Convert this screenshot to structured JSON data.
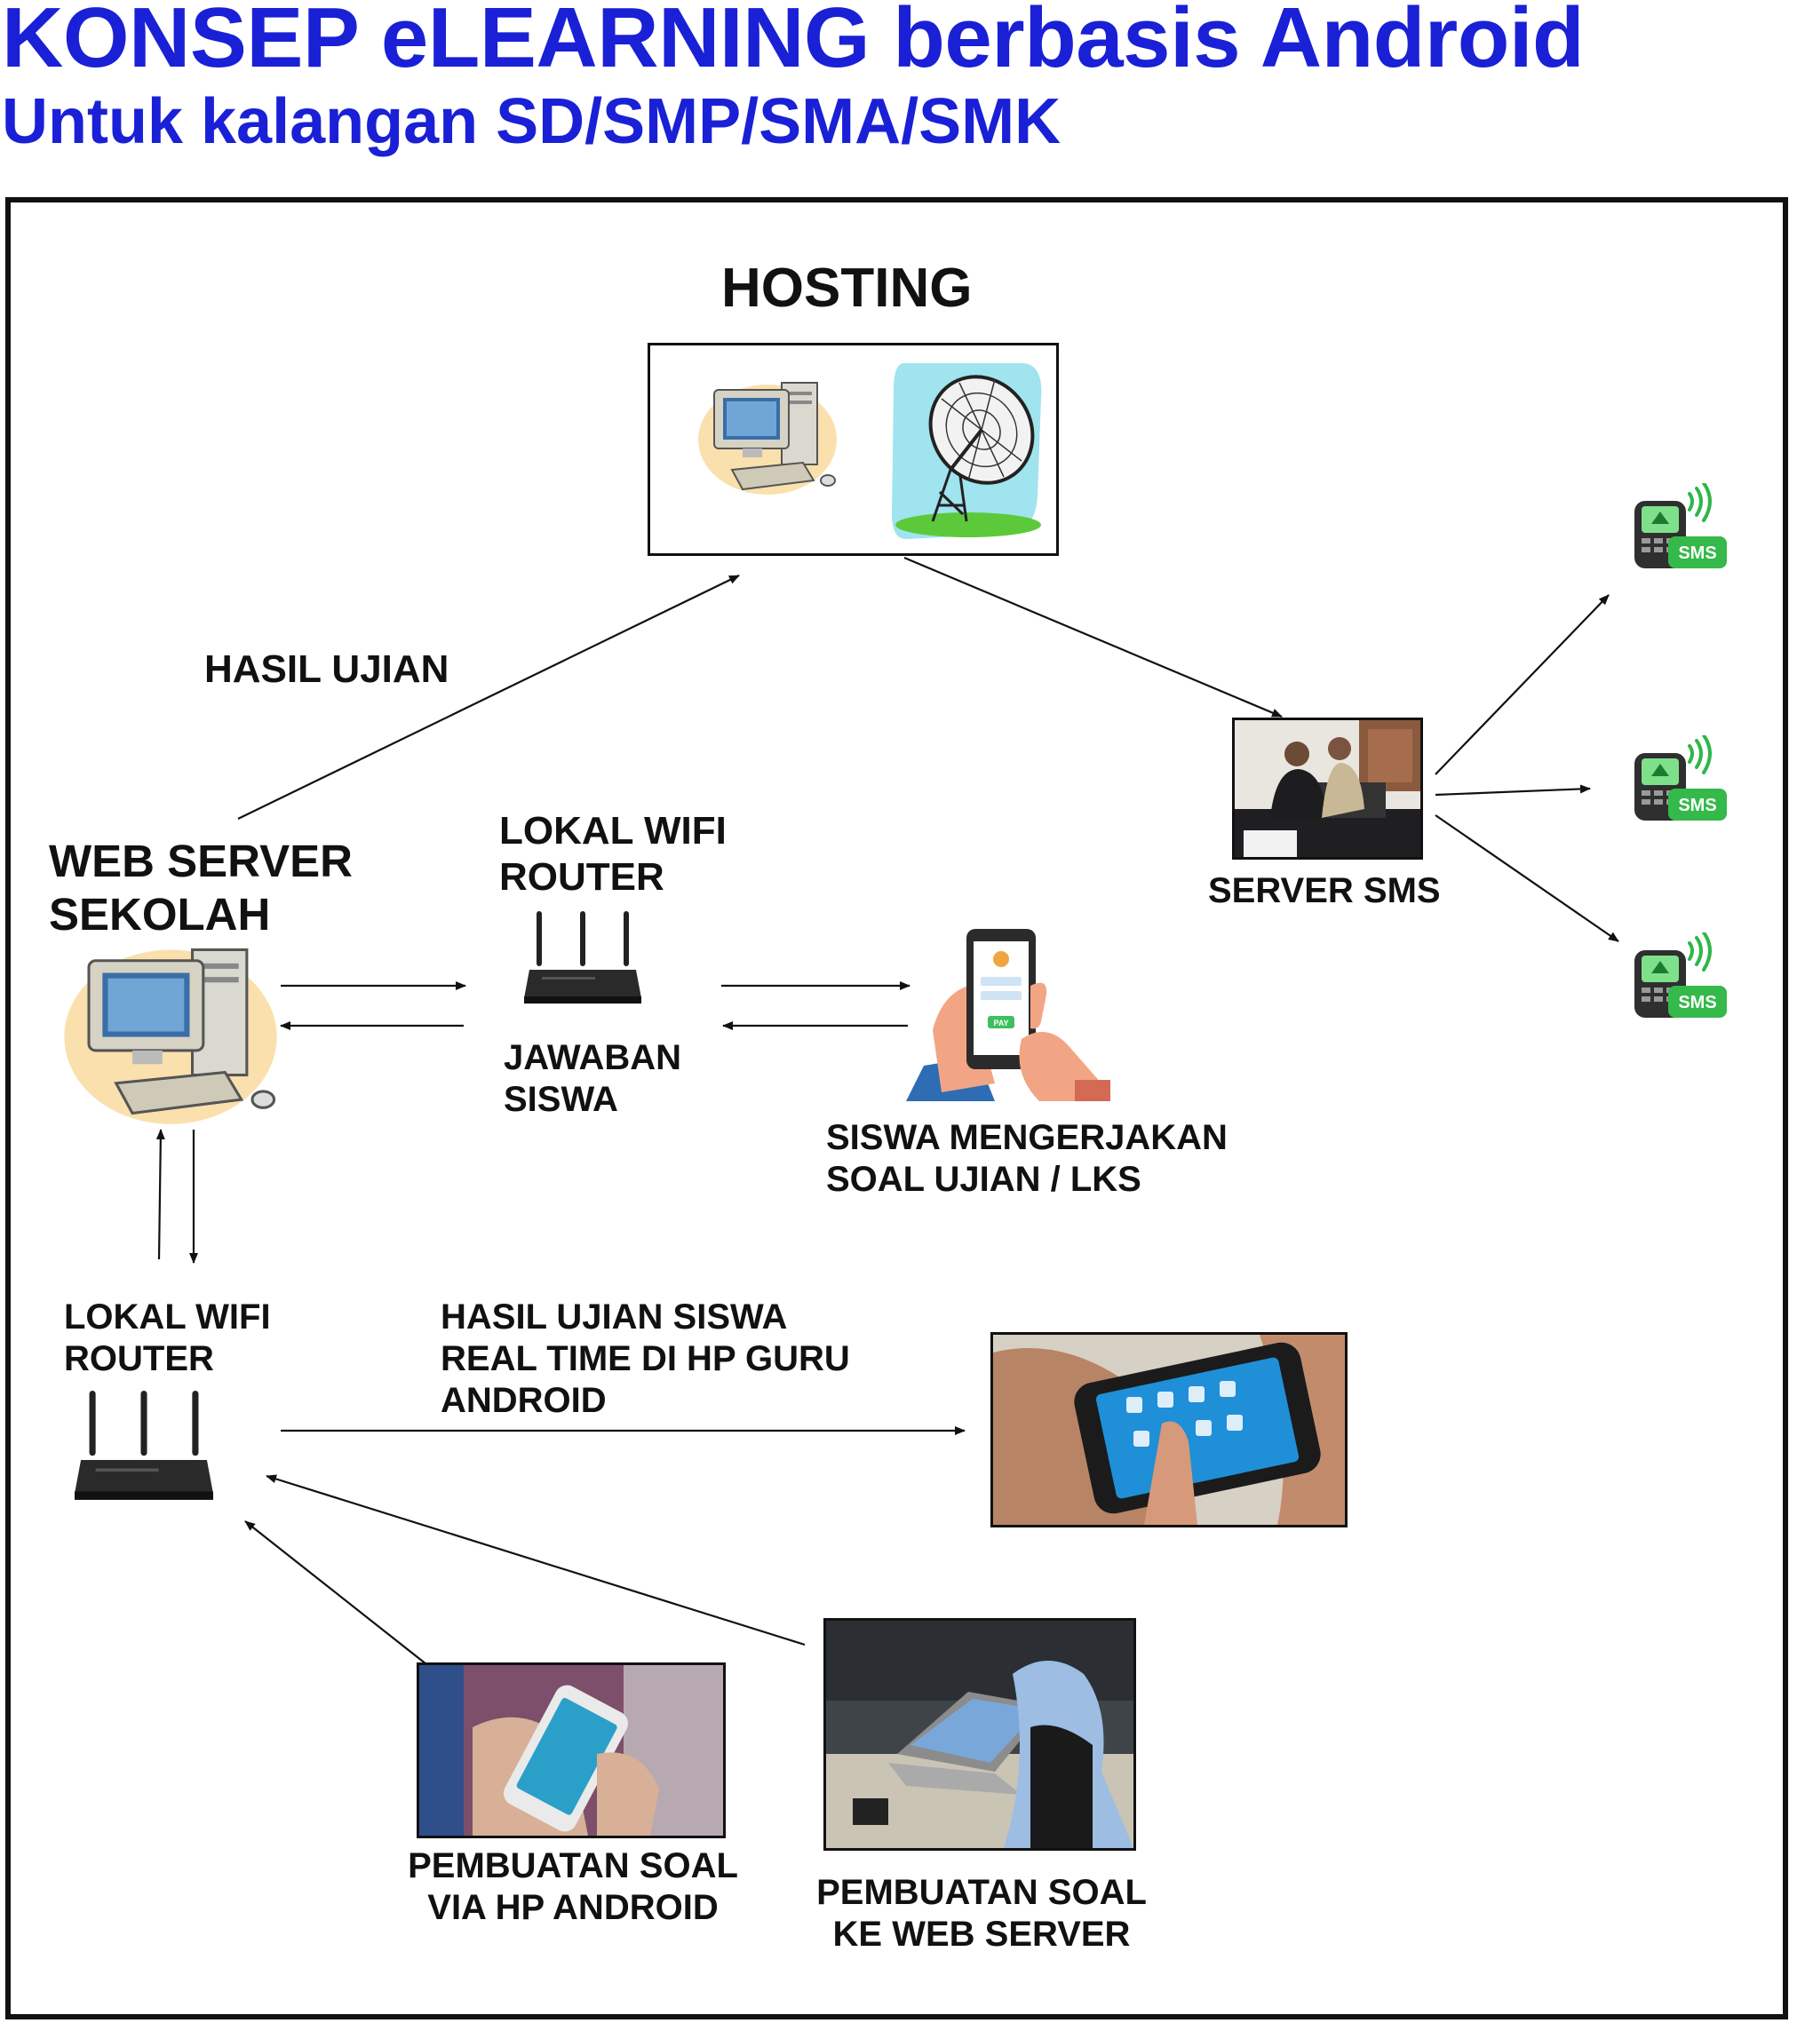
{
  "header": {
    "title": "KONSEP eLEARNING berbasis Android",
    "subtitle": "Untuk kalangan SD/SMP/SMA/SMK"
  },
  "colors": {
    "title": "#1a20d6",
    "sms_badge": "#34b94a",
    "sky": "#9fe4ee",
    "grass": "#5cc93a"
  },
  "labels": {
    "hosting": "HOSTING",
    "hasil_ujian": "HASIL UJIAN",
    "web_server": "WEB SERVER\nSEKOLAH",
    "lokal_wifi_top": "LOKAL WIFI\nROUTER",
    "jawaban_siswa": "JAWABAN\nSISWA",
    "siswa_mengerjakan": "SISWA MENGERJAKAN\nSOAL UJIAN / LKS",
    "server_sms": "SERVER SMS",
    "lokal_wifi_bottom": "LOKAL WIFI\nROUTER",
    "hasil_ujian_siswa": "HASIL UJIAN SISWA\nREAL TIME DI HP GURU\nANDROID",
    "pembuatan_hp": "PEMBUATAN SOAL\nVIA HP ANDROID",
    "pembuatan_web": "PEMBUATAN SOAL\nKE WEB SERVER",
    "sms_badge": "SMS",
    "pay_button": "PAY"
  },
  "icons": {
    "hosting_computer": "desktop-computer-icon",
    "satellite_dish": "satellite-dish-icon",
    "web_server_computer": "desktop-computer-icon",
    "router": "wifi-router-icon",
    "student_phone": "smartphone-hand-icon",
    "sms_phone": "sms-phone-icon"
  }
}
